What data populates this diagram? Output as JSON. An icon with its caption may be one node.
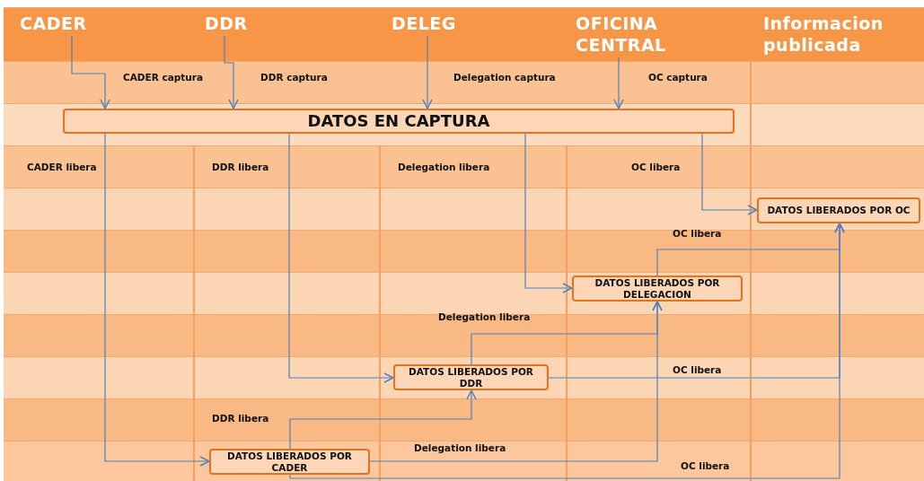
{
  "diagram": {
    "nodes": [
      {
        "text": [
          "CADER"
        ]
      },
      {
        "text": [
          "DDR"
        ]
      },
      {
        "text": [
          "DELEG"
        ]
      },
      {
        "text": [
          "OFICINA CENTRAL"
        ]
      },
      {
        "text": [
          "DATOS EN CAPTURA"
        ]
      },
      {
        "text": [
          "DATOS LIBERADOS POR OC"
        ]
      },
      {
        "text": [
          "DATOS LIBERADOS POR DELEGACION"
        ]
      },
      {
        "text": [
          "DATOS LIBERADOS POR DDR"
        ]
      },
      {
        "text": [
          "DATOS LIBERADOS POR CADER"
        ]
      }
    ],
    "edges": [
      {
        "from": 0,
        "to": 4,
        "arrow": "to",
        "label": "CADER captura"
      },
      {
        "from": 1,
        "to": 4,
        "arrow": "to",
        "label": "DDR captura"
      },
      {
        "from": 2,
        "to": 4,
        "arrow": "to",
        "label": "Delegation captura"
      },
      {
        "from": 3,
        "to": 4,
        "arrow": "to",
        "label": "OC captura"
      },
      {
        "from": 4,
        "to": 8,
        "arrow": "to"
      },
      {
        "from": 4,
        "to": 7,
        "arrow": "to"
      },
      {
        "from": 4,
        "to": 6,
        "arrow": "to"
      },
      {
        "from": 4,
        "to": 5,
        "arrow": "to"
      },
      {
        "from": 8,
        "to": 7,
        "arrow": "to",
        "label": "DDR libera"
      },
      {
        "from": 8,
        "to": 6,
        "arrow": "to",
        "label": "Delegation libera"
      },
      {
        "from": 8,
        "to": 5,
        "arrow": "to",
        "label": "OC libera"
      },
      {
        "from": 7,
        "to": 6,
        "arrow": "to",
        "label": "Delegation libera"
      },
      {
        "from": 7,
        "to": 5,
        "arrow": "to",
        "label": "OC libera"
      },
      {
        "from": 6,
        "to": 5,
        "arrow": "to",
        "label": "OC libera"
      }
    ],
    "labels": [
      "Informacion publicada",
      "CADER libera",
      "DDR libera",
      "Delegation libera",
      "OC libera"
    ]
  }
}
